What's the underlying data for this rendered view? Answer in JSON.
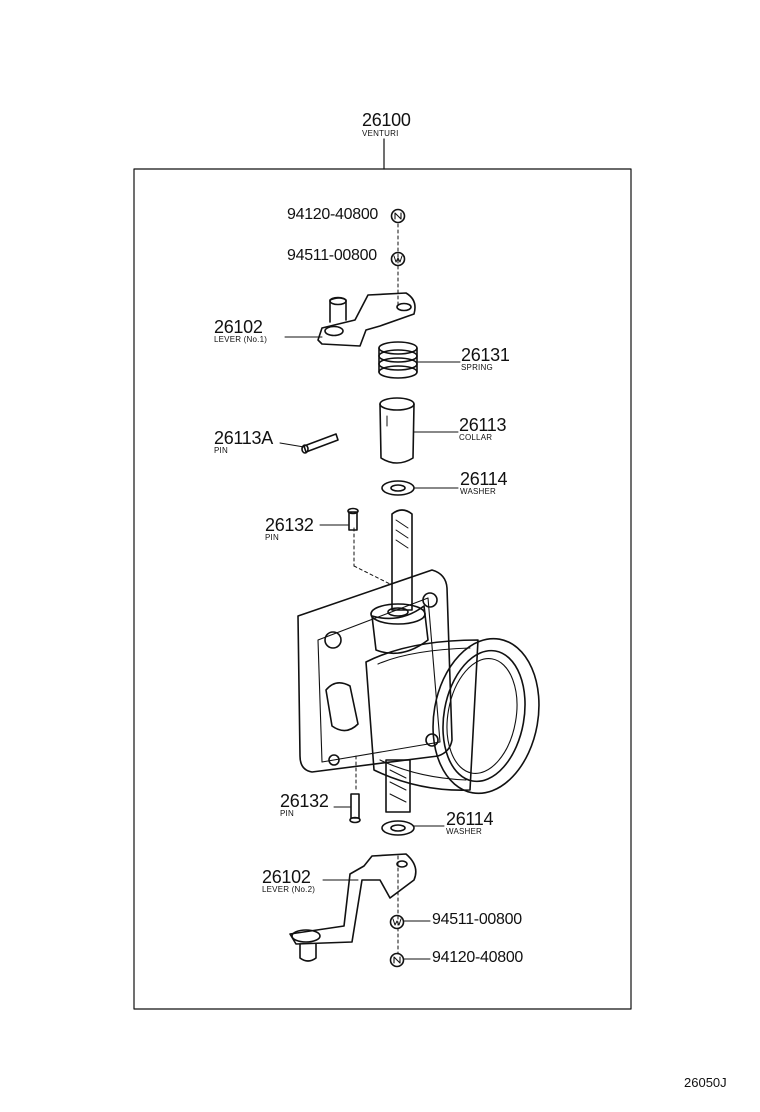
{
  "assembly": {
    "number": "26100",
    "name": "VENTURI"
  },
  "callouts": [
    {
      "id": "nut-top",
      "number": "94120-40800",
      "symbol": "N"
    },
    {
      "id": "washer-top",
      "number": "94511-00800",
      "symbol": "W"
    },
    {
      "id": "lever-no1",
      "number": "26102",
      "name": "LEVER (No.1)"
    },
    {
      "id": "spring",
      "number": "26131",
      "name": "SPRING"
    },
    {
      "id": "collar",
      "number": "26113",
      "name": "COLLAR"
    },
    {
      "id": "pin-a",
      "number": "26113A",
      "name": "PIN"
    },
    {
      "id": "washer-upper",
      "number": "26114",
      "name": "WASHER"
    },
    {
      "id": "pin-upper",
      "number": "26132",
      "name": "PIN"
    },
    {
      "id": "pin-lower",
      "number": "26132",
      "name": "PIN"
    },
    {
      "id": "washer-lower",
      "number": "26114",
      "name": "WASHER"
    },
    {
      "id": "lever-no2",
      "number": "26102",
      "name": "LEVER (No.2)"
    },
    {
      "id": "washer-bottom",
      "number": "94511-00800",
      "symbol": "W"
    },
    {
      "id": "nut-bottom",
      "number": "94120-40800",
      "symbol": "N"
    }
  ],
  "figure_code": "26050J",
  "colors": {
    "ink": "#111111",
    "paper": "#ffffff"
  }
}
